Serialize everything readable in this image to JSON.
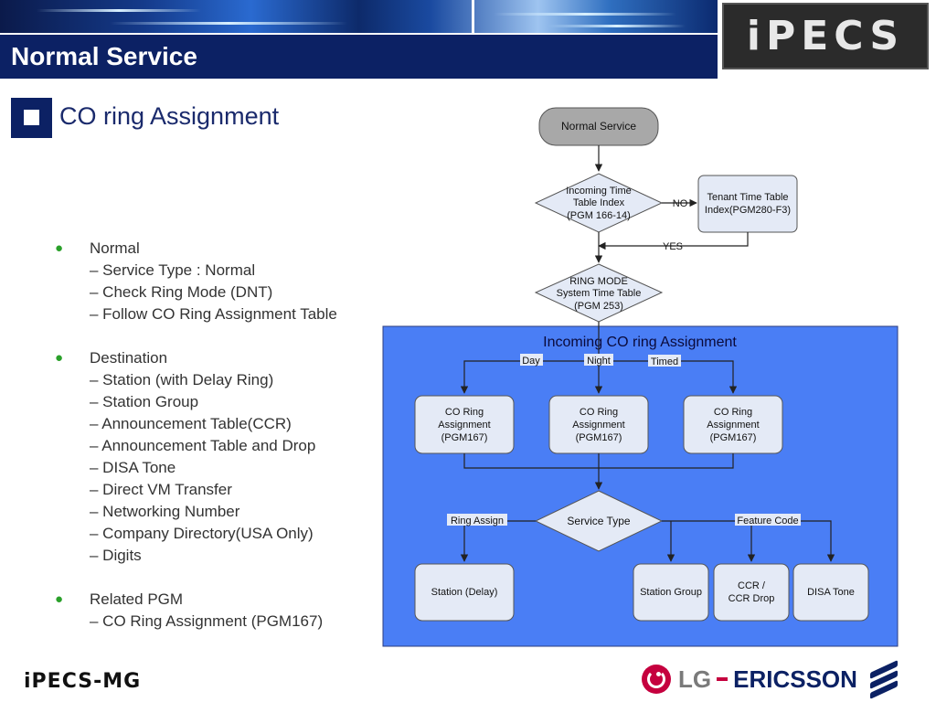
{
  "header": {
    "title": "Normal Service",
    "logo": "iPECS"
  },
  "section": {
    "heading": "CO ring Assignment"
  },
  "bullets": [
    {
      "label": "Normal",
      "items": [
        "– Service Type : Normal",
        "– Check Ring Mode (DNT)",
        "– Follow CO Ring Assignment Table"
      ]
    },
    {
      "label": "Destination",
      "items": [
        "– Station (with Delay Ring)",
        "– Station Group",
        "– Announcement Table(CCR)",
        "– Announcement Table and Drop",
        "– DISA Tone",
        "– Direct VM Transfer",
        "– Networking Number",
        "– Company Directory(USA Only)",
        "– Digits"
      ]
    },
    {
      "label": "Related PGM",
      "items": [
        "– CO Ring Assignment (PGM167)"
      ]
    }
  ],
  "flowchart": {
    "start": "Normal Service",
    "decision1": [
      "Incoming Time",
      "Table Index",
      "(PGM 166-14)"
    ],
    "no_label": "NO",
    "tenant_box": [
      "Tenant Time Table",
      "Index(PGM280-F3)"
    ],
    "yes_label": "YES",
    "decision2": [
      "RING MODE",
      "System Time Table",
      "(PGM 253)"
    ],
    "panel_title": "Incoming CO ring Assignment",
    "mode_day": "Day",
    "mode_night": "Night",
    "mode_timed": "Timed",
    "co_box": [
      "CO Ring",
      "Assignment",
      "(PGM167)"
    ],
    "service_type": "Service Type",
    "ring_assign": "Ring Assign",
    "feature_code": "Feature Code",
    "station_delay": "Station (Delay)",
    "station_group": "Station Group",
    "ccr": [
      "CCR /",
      "CCR Drop"
    ],
    "disa": "DISA Tone"
  },
  "footer": {
    "left_logo": "iPECS-MG",
    "right_logo_lg": "LG",
    "right_logo_ericsson": "ERICSSON"
  },
  "colors": {
    "navy": "#0c2164",
    "panel_blue": "#4a7ef5",
    "box_fill": "#e4eaf6",
    "start_fill": "#a8a8a8",
    "bullet_green": "#2aa02a",
    "lg_red": "#c5003e"
  }
}
